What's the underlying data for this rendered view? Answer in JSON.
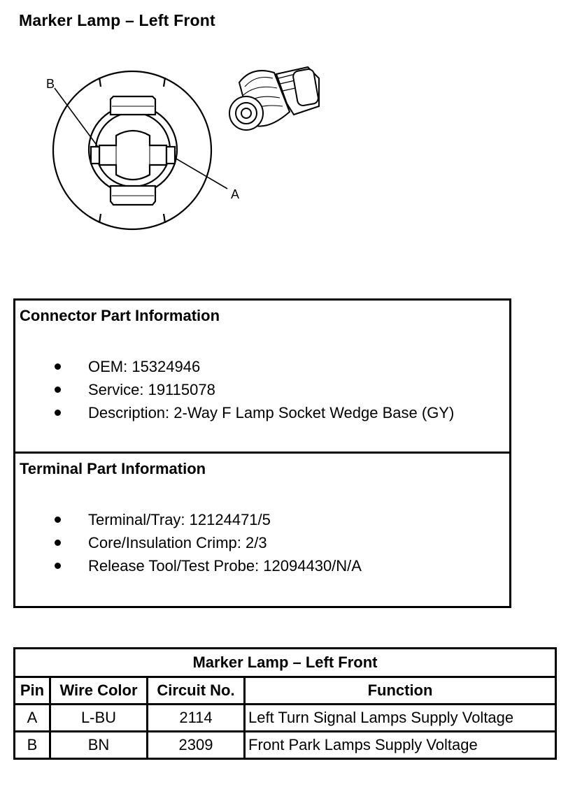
{
  "page": {
    "title": "Marker Lamp – Left Front"
  },
  "diagram": {
    "label_a": "A",
    "label_b": "B"
  },
  "connector_info": {
    "title": "Connector Part Information",
    "items": [
      "OEM: 15324946",
      "Service: 19115078",
      "Description: 2-Way F Lamp Socket Wedge Base (GY)"
    ]
  },
  "terminal_info": {
    "title": "Terminal Part Information",
    "items": [
      "Terminal/Tray: 12124471/5",
      "Core/Insulation Crimp: 2/3",
      "Release Tool/Test Probe: 12094430/N/A"
    ]
  },
  "pin_table": {
    "caption": "Marker Lamp – Left Front",
    "headers": [
      "Pin",
      "Wire Color",
      "Circuit No.",
      "Function"
    ],
    "rows": [
      [
        "A",
        "L-BU",
        "2114",
        "Left Turn Signal Lamps Supply Voltage"
      ],
      [
        "B",
        "BN",
        "2309",
        "Front Park Lamps Supply Voltage"
      ]
    ]
  }
}
